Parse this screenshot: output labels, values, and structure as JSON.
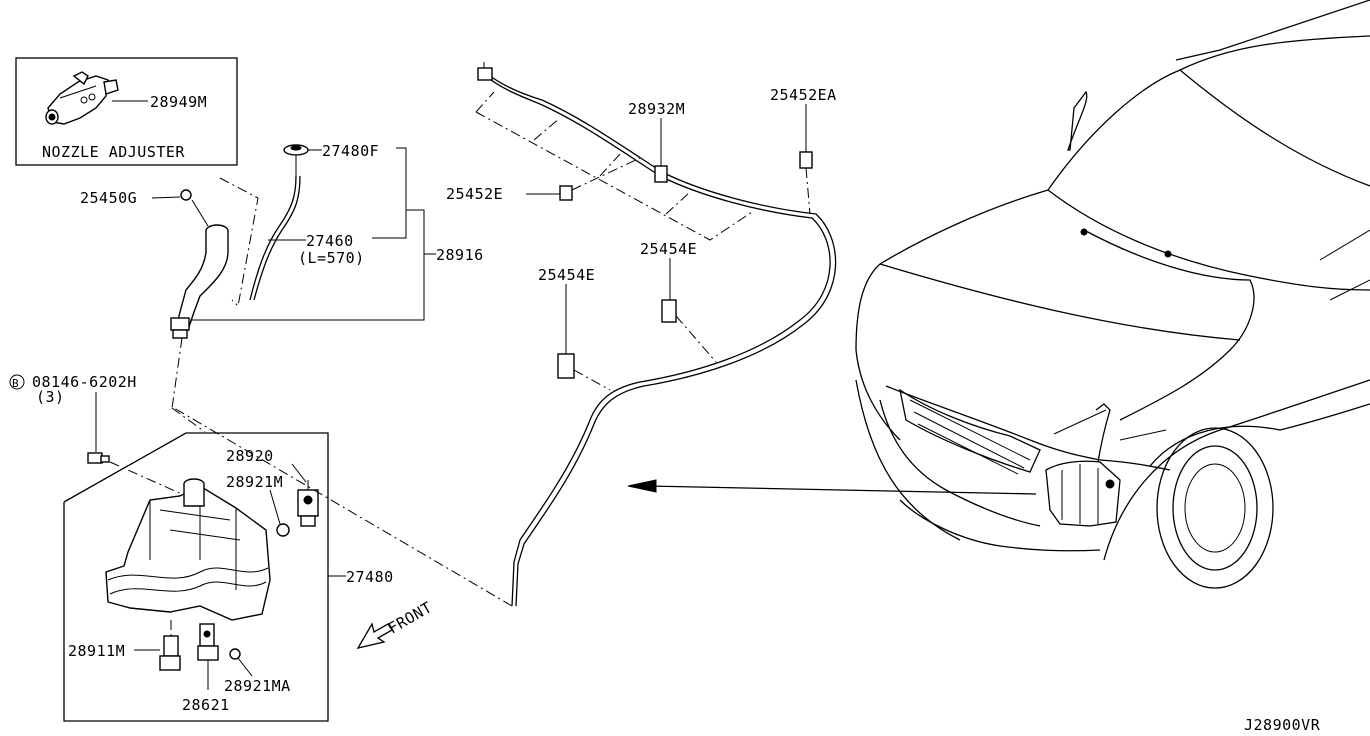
{
  "diagram": {
    "code": "J28900VR",
    "inset_caption": "NOZZLE ADJUSTER",
    "front_label": "FRONT",
    "parts": {
      "nozzle_adjuster": "28949M",
      "cap": "27480F",
      "hose_a": "25450G",
      "inlet_hose": "27460",
      "inlet_hose_length": "(L=570)",
      "assembly_group": "28916",
      "bolt": "08146-6202H",
      "bolt_qty": "(3)",
      "bolt_prefix": "B",
      "pump_upper": "28920",
      "seal_upper": "28921M",
      "tank": "27480",
      "strainer": "28911M",
      "pump_lower": "28621",
      "seal_lower": "28921MA",
      "check_valve": "28932M",
      "clip_ea": "25452EA",
      "clip_e": "25452E",
      "clip_454_right": "25454E",
      "clip_454_left": "25454E"
    }
  }
}
